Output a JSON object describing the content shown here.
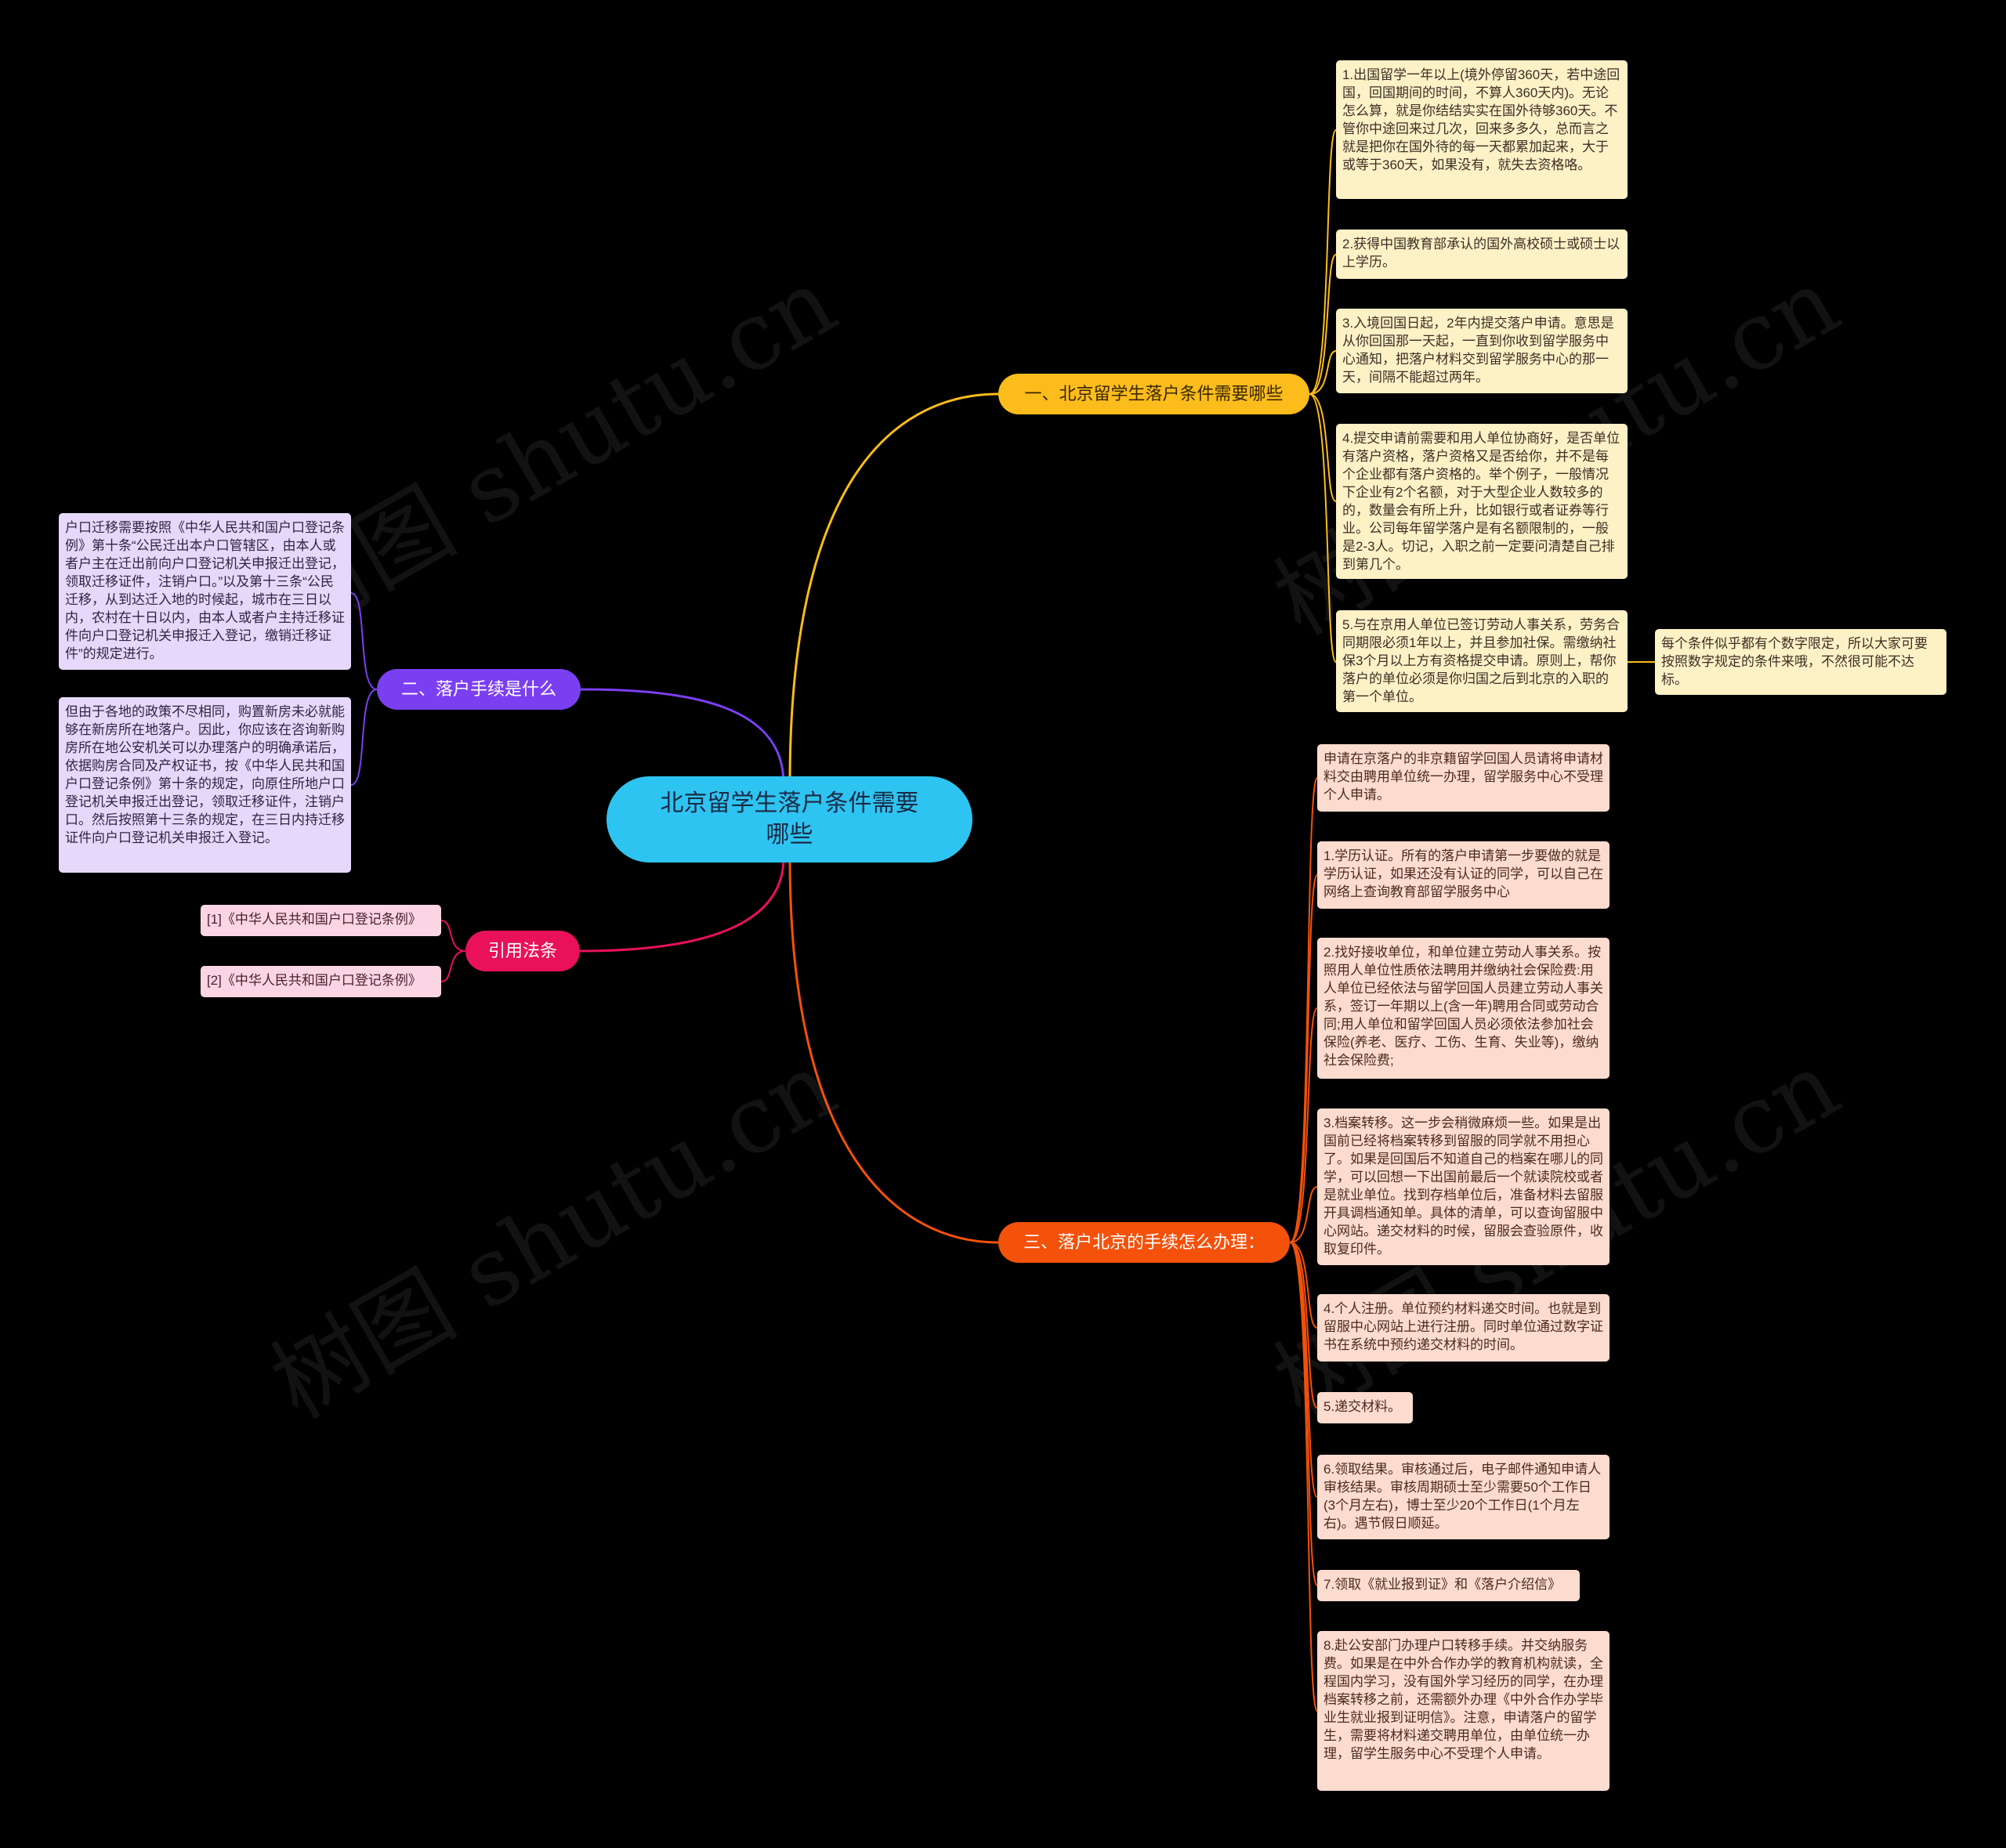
{
  "root": {
    "label": "北京留学生落户条件需要哪些"
  },
  "watermark": "树图 shutu.cn",
  "colors": {
    "root": "#2ec4f1",
    "branch1": "#fcbc1c",
    "branch2": "#7b3ff2",
    "branch3": "#e8115a",
    "branch4": "#f4510b"
  },
  "branch1": {
    "label": "一、北京留学生落户条件需要哪些",
    "items": [
      "1.出国留学一年以上(境外停留360天，若中途回国，回国期间的时间，不算人360天内)。无论怎么算，就是你结结实实在国外待够360天。不管你中途回来过几次，回来多多久，总而言之就是把你在国外待的每一天都累加起来，大于或等于360天，如果没有，就失去资格咯。",
      "2.获得中国教育部承认的国外高校硕士或硕士以上学历。",
      "3.入境回国日起，2年内提交落户申请。意思是从你回国那一天起，一直到你收到留学服务中心通知，把落户材料交到留学服务中心的那一天，间隔不能超过两年。",
      "4.提交申请前需要和用人单位协商好，是否单位有落户资格，落户资格又是否给你，并不是每个企业都有落户资格的。举个例子，一般情况下企业有2个名额，对于大型企业人数较多的的，数量会有所上升，比如银行或者证券等行业。公司每年留学落户是有名额限制的，一般是2-3人。切记，入职之前一定要问清楚自己排到第几个。",
      "5.与在京用人单位已签订劳动人事关系，劳务合同期限必须1年以上，并且参加社保。需缴纳社保3个月以上方有资格提交申请。原则上，帮你落户的单位必须是你归国之后到北京的入职的第一个单位。"
    ],
    "note": "每个条件似乎都有个数字限定，所以大家可要按照数字规定的条件来哦，不然很可能不达标。"
  },
  "branch2": {
    "label": "二、落户手续是什么",
    "items": [
      "户口迁移需要按照《中华人民共和国户口登记条例》第十条“公民迁出本户口管辖区，由本人或者户主在迁出前向户口登记机关申报迁出登记，领取迁移证件，注销户口。”以及第十三条“公民迁移，从到达迁入地的时候起，城市在三日以内，农村在十日以内，由本人或者户主持迁移证件向户口登记机关申报迁入登记，缴销迁移证件”的规定进行。",
      "但由于各地的政策不尽相同，购置新房未必就能够在新房所在地落户。因此，你应该在咨询新购房所在地公安机关可以办理落户的明确承诺后，依据购房合同及产权证书，按《中华人民共和国户口登记条例》第十条的规定，向原住所地户口登记机关申报迁出登记，领取迁移证件，注销户口。然后按照第十三条的规定，在三日内持迁移证件向户口登记机关申报迁入登记。"
    ]
  },
  "branch3": {
    "label": "引用法条",
    "items": [
      "[1]《中华人民共和国户口登记条例》",
      "[2]《中华人民共和国户口登记条例》"
    ]
  },
  "branch4": {
    "label": "三、落户北京的手续怎么办理：",
    "items": [
      "申请在京落户的非京籍留学回国人员请将申请材料交由聘用单位统一办理，留学服务中心不受理个人申请。",
      "1.学历认证。所有的落户申请第一步要做的就是学历认证，如果还没有认证的同学，可以自己在网络上查询教育部留学服务中心",
      "2.找好接收单位，和单位建立劳动人事关系。按照用人单位性质依法聘用并缴纳社会保险费:用人单位已经依法与留学回国人员建立劳动人事关系，签订一年期以上(含一年)聘用合同或劳动合同;用人单位和留学回国人员必须依法参加社会保险(养老、医疗、工伤、生育、失业等)，缴纳社会保险费;",
      "3.档案转移。这一步会稍微麻烦一些。如果是出国前已经将档案转移到留服的同学就不用担心了。如果是回国后不知道自己的档案在哪儿的同学，可以回想一下出国前最后一个就读院校或者是就业单位。找到存档单位后，准备材料去留服开具调档通知单。具体的清单，可以查询留服中心网站。递交材料的时候，留服会查验原件，收取复印件。",
      "4.个人注册。单位预约材料递交时间。也就是到留服中心网站上进行注册。同时单位通过数字证书在系统中预约递交材料的时间。",
      "5.递交材料。",
      "6.领取结果。审核通过后，电子邮件通知申请人审核结果。审核周期硕士至少需要50个工作日(3个月左右)，博士至少20个工作日(1个月左右)。遇节假日顺延。",
      "7.领取《就业报到证》和《落户介绍信》",
      "8.赴公安部门办理户口转移手续。并交纳服务费。如果是在中外合作办学的教育机构就读，全程国内学习，没有国外学习经历的同学，在办理档案转移之前，还需额外办理《中外合作办学毕业生就业报到证明信》。注意，申请落户的留学生，需要将材料递交聘用单位，由单位统一办理，留学生服务中心不受理个人申请。"
    ]
  }
}
